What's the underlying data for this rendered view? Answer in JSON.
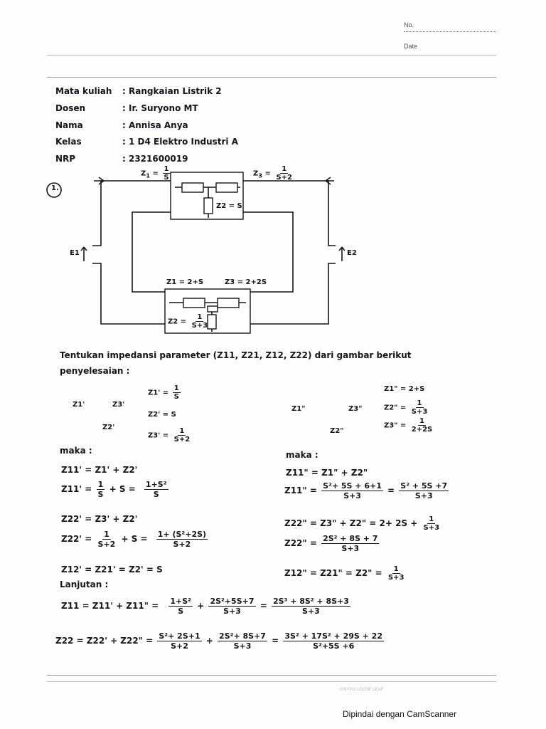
{
  "header": {
    "no_label": "No.",
    "date_label": "Date"
  },
  "info": {
    "labels": [
      "Mata kuliah",
      "Dosen",
      "Nama",
      "Kelas",
      "NRP"
    ],
    "values": [
      ": Rangkaian Listrik 2",
      ": Ir. Suryono MT",
      ": Annisa Anya",
      ": 1 D4 Elektro Industri A",
      ": 2321600019"
    ]
  },
  "problem_number": "1.",
  "circuit": {
    "top_z1": [
      "Z",
      "1",
      "=",
      "1",
      "S"
    ],
    "top_z3": [
      "Z",
      "3",
      "=",
      "1",
      "S+2"
    ],
    "top_z2": "Z2 = S",
    "bot_z1": "Z1 = 2+S",
    "bot_z3": "Z3 = 2+2S",
    "bot_z2": [
      "Z2 =",
      "1",
      "S+3"
    ],
    "e1": "E1",
    "e2": "E2"
  },
  "question": "Tentukan impedansi parameter (Z11, Z21, Z12, Z22) dari gambar berikut",
  "solution_label": "penyelesaian :",
  "left_tnet": {
    "labels": [
      "Z1'",
      "Z3'",
      "Z2'"
    ],
    "z1": [
      "Z1' =",
      "1",
      "S"
    ],
    "z2": "Z2' = S",
    "z3": [
      "Z3' =",
      "1",
      "S+2"
    ]
  },
  "right_tnet": {
    "labels": [
      "Z1\"",
      "Z3\"",
      "Z2\""
    ],
    "z1": "Z1\" = 2+S",
    "z2": [
      "Z2\" =",
      "1",
      "S+3"
    ],
    "z3": [
      "Z3\" =",
      "1",
      "2+2S"
    ]
  },
  "maka": "maka :",
  "left_eqs": {
    "z11_def": "Z11' = Z1' + Z2'",
    "z11_calc": [
      "Z11' =",
      "1",
      "S",
      "+ S =",
      "1+S²",
      "S"
    ],
    "z22_def": "Z22' = Z3' + Z2'",
    "z22_calc": [
      "Z22' =",
      "1",
      "S+2",
      "+ S =",
      "1+ (S²+2S)",
      "S+2"
    ],
    "z12": "Z12' = Z21' = Z2' = S"
  },
  "right_eqs": {
    "z11_def": "Z11\" = Z1\" + Z2\"",
    "z11_calc": [
      "Z11\" =",
      "S²+ 5S + 6+1",
      "S+3",
      "=",
      "S² + 5S +7",
      "S+3"
    ],
    "z22_def": [
      "Z22\" = Z3\" + Z2\" = 2+ 2S +",
      "1",
      "S+3"
    ],
    "z22_calc": [
      "Z22\" =",
      "2S² + 8S + 7",
      "S+3"
    ],
    "z12": [
      "Z12\" = Z21\" = Z2\" =",
      "1",
      "S+3"
    ]
  },
  "lanjutan": "Lanjutan :",
  "final": {
    "z11": [
      "Z11 = Z11' + Z11\" =",
      "1+S²",
      "S",
      "+",
      "2S²+5S+7",
      "S+3",
      "=",
      "2S³ + 8S² + 8S+3",
      "S+3"
    ],
    "z22": [
      "Z22 = Z22' + Z22\" =",
      "S²+ 2S+1",
      "S+2",
      "+",
      "2S²+ 8S+7",
      "S+3",
      "=",
      "3S² + 17S² + 29S + 22",
      "S²+5S +6"
    ]
  },
  "printer_mark": "KIKYPO LOOSE LEAF",
  "footer": "Dipindai dengan CamScanner"
}
